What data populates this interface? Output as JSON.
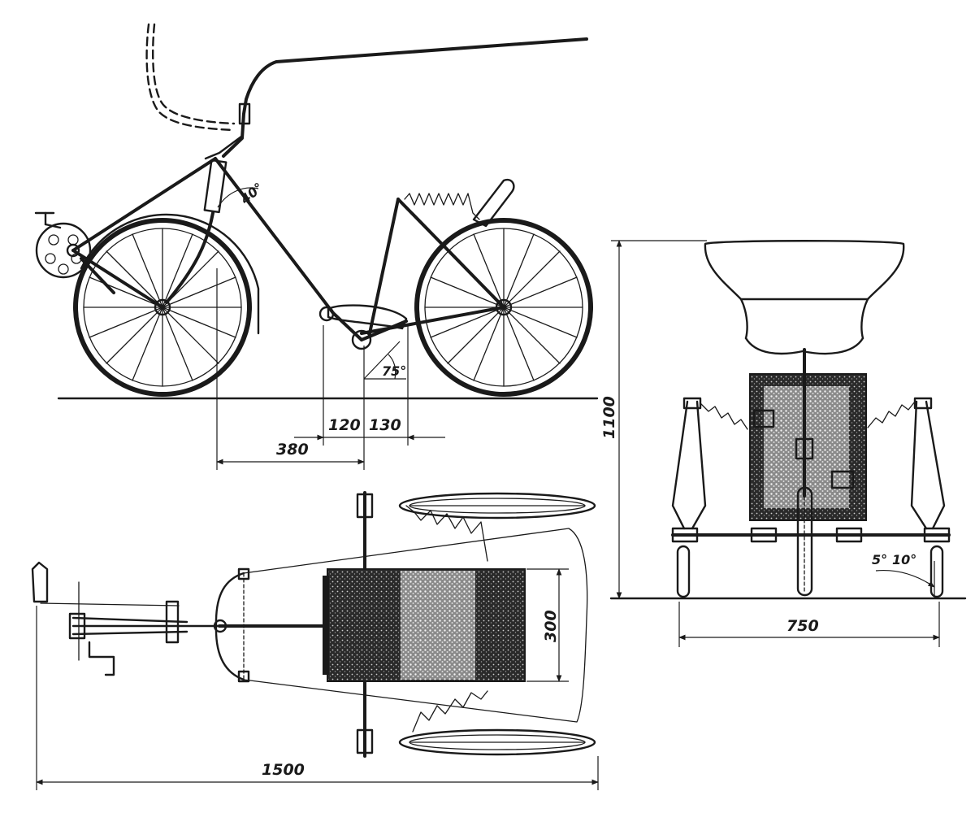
{
  "side_view": {
    "angle_head": "40°",
    "angle_seat": "75°",
    "dim_120": "120",
    "dim_130": "130",
    "dim_380": "380"
  },
  "top_view": {
    "dim_300": "300",
    "dim_1500": "1500"
  },
  "rear_view": {
    "dim_1100": "1100",
    "dim_750": "750",
    "angle_5": "5°",
    "angle_10": "10°"
  },
  "colors": {
    "ink": "#1a1a1a",
    "paper": "#ffffff"
  }
}
